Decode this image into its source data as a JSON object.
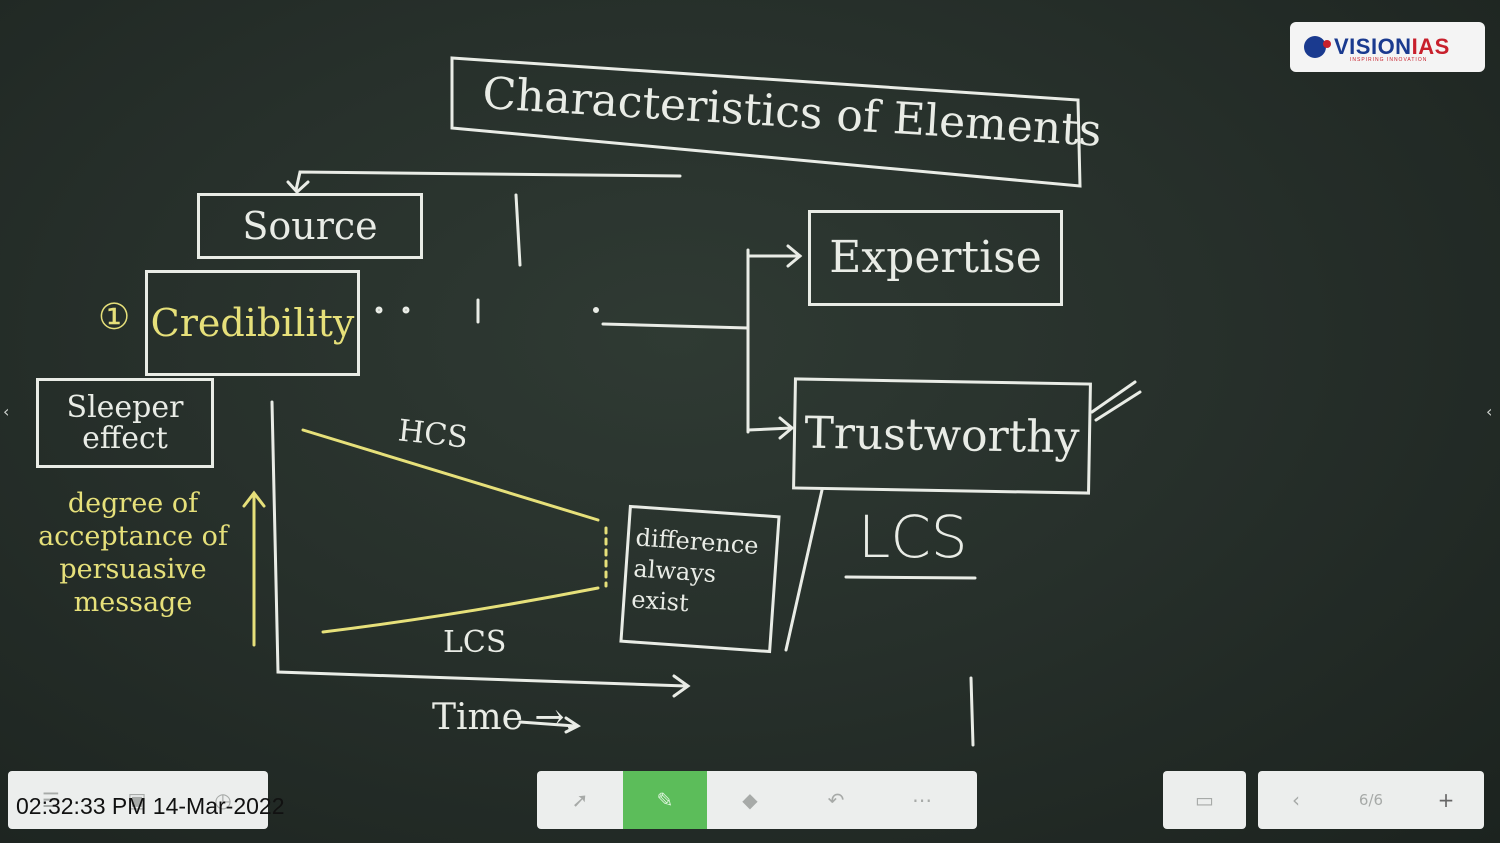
{
  "board": {
    "title": "Characteristics of Elements",
    "source": "Source",
    "credibility_num": "①",
    "credibility": "Credibility",
    "expertise": "Expertise",
    "trustworthy": "Trustworthy",
    "sleeper": "Sleeper effect",
    "y_axis_label": "degree of acceptance of persuasive message",
    "hcs": "HCS",
    "lcs": "LCS",
    "difference": "difference always exist",
    "time": "Time →.",
    "lcs_big": "LCS"
  },
  "logo": {
    "brand_a": "VISION",
    "brand_b": "IAS",
    "tagline": "INSPIRING INNOVATION"
  },
  "toolbar": {
    "left_icons": [
      "menu-icon",
      "image-icon",
      "clock-icon"
    ],
    "center_tools": [
      "pointer-icon",
      "pen-icon",
      "eraser-icon",
      "undo-icon",
      "more-icon"
    ],
    "active_tool": "pen",
    "page_indicator": "6/6"
  },
  "timestamp": "02:32:33 PM 14-Mar-2022"
}
